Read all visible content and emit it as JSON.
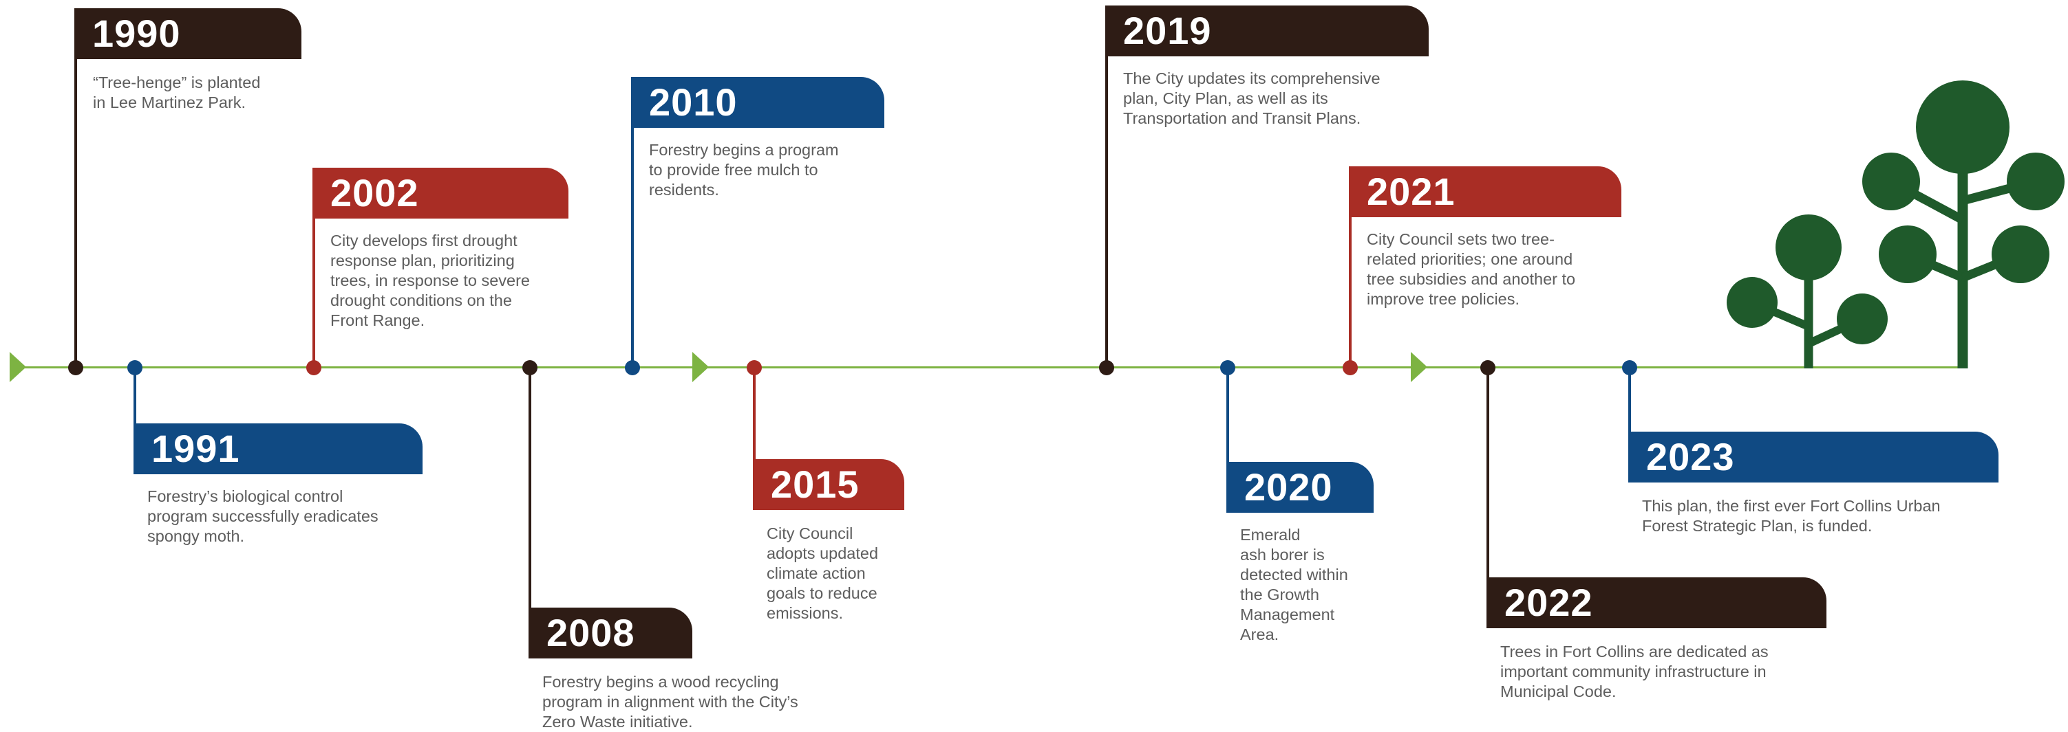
{
  "colors": {
    "brown": "#2e1c15",
    "red": "#a92d25",
    "blue": "#104a83",
    "timeline_green": "#7db342",
    "tree_green": "#1f5a2b",
    "text_gray": "#5d5d5d"
  },
  "icons": [
    "play-arrow-icon",
    "tree-icon"
  ],
  "events": [
    {
      "year": "1990",
      "color": "brown",
      "text": "“Tree-henge” is planted\nin Lee Martinez Park."
    },
    {
      "year": "1991",
      "color": "blue",
      "text": "Forestry’s biological control\nprogram successfully eradicates\nspongy moth."
    },
    {
      "year": "2002",
      "color": "red",
      "text": "City develops first drought\nresponse plan, prioritizing\ntrees, in response to severe\ndrought conditions on the\nFront Range."
    },
    {
      "year": "2008",
      "color": "brown",
      "text": "Forestry begins a wood recycling\nprogram in alignment with the City’s\nZero Waste initiative."
    },
    {
      "year": "2010",
      "color": "blue",
      "text": "Forestry begins a program\nto provide free mulch to\nresidents."
    },
    {
      "year": "2015",
      "color": "red",
      "text": "City Council\nadopts updated\nclimate action\ngoals to reduce\nemissions."
    },
    {
      "year": "2019",
      "color": "brown",
      "text": "The City updates its comprehensive\nplan, City Plan, as well as its\nTransportation and Transit Plans."
    },
    {
      "year": "2020",
      "color": "blue",
      "text": "Emerald\nash borer is\ndetected within\nthe Growth\nManagement\nArea."
    },
    {
      "year": "2021",
      "color": "red",
      "text": "City Council sets two tree-\nrelated priorities; one around\ntree subsidies and another to\nimprove tree policies."
    },
    {
      "year": "2022",
      "color": "brown",
      "text": "Trees in Fort Collins are dedicated as\nimportant community infrastructure in\nMunicipal Code."
    },
    {
      "year": "2023",
      "color": "blue",
      "text": "This plan, the first ever Fort Collins Urban\nForest Strategic Plan, is funded."
    }
  ]
}
